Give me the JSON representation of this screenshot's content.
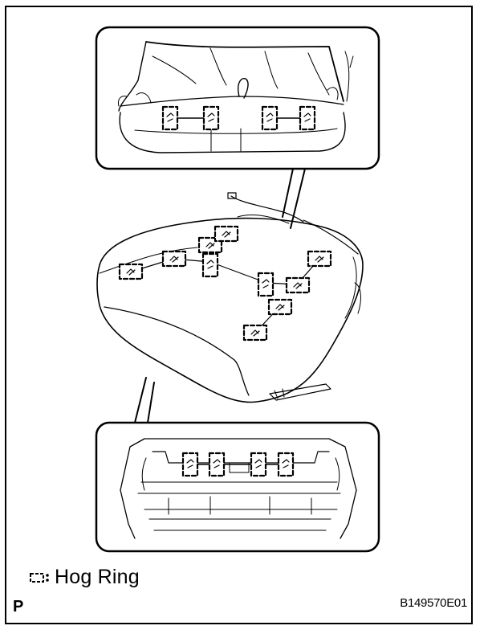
{
  "legend": {
    "icon": "hog-ring-symbol-icon",
    "label": "Hog Ring"
  },
  "corner_letter": "P",
  "figure_code": "B149570E01",
  "colors": {
    "line": "#000000",
    "background": "#ffffff"
  }
}
